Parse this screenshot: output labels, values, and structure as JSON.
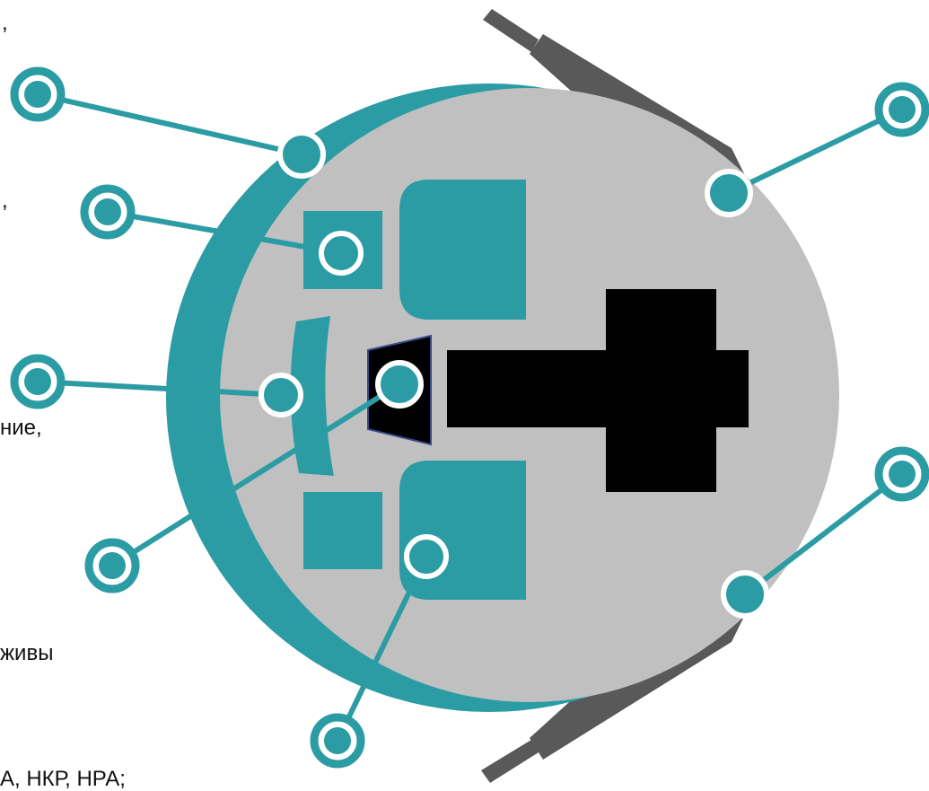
{
  "colors": {
    "teal": "#2b9ca4",
    "body_gray": "#c0c0c0",
    "sonar_dark": "#595959",
    "black": "#000000",
    "white": "#ffffff"
  },
  "text_fragments": [
    ",",
    ",",
    "ние,",
    "живы",
    "А, НКР, НРА;"
  ],
  "callouts": [
    {
      "name": "callout-top-left"
    },
    {
      "name": "callout-upper-left"
    },
    {
      "name": "callout-middle-left"
    },
    {
      "name": "callout-lower-left"
    },
    {
      "name": "callout-bottom"
    },
    {
      "name": "callout-top-right"
    },
    {
      "name": "callout-bottom-right"
    }
  ]
}
